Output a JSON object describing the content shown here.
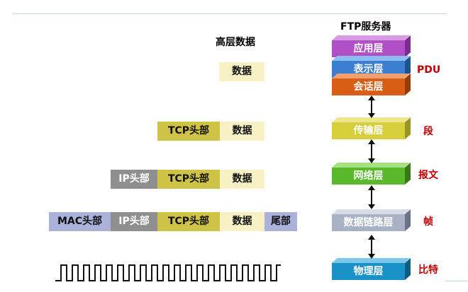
{
  "server_title": "FTP服务器",
  "upper_data_label": "高层数据",
  "rows": {
    "app": {
      "data": "数据"
    },
    "transport": {
      "tcp": "TCP头部",
      "data": "数据"
    },
    "network": {
      "ip": "IP头部",
      "tcp": "TCP头部",
      "data": "数据"
    },
    "link": {
      "mac": "MAC头部",
      "ip": "IP头部",
      "tcp": "TCP头部",
      "data": "数据",
      "tail": "尾部"
    }
  },
  "layers": {
    "application": "应用层",
    "presentation": "表示层",
    "session": "会话层",
    "transport": "传输层",
    "network": "网络层",
    "datalink": "数据链路层",
    "physical": "物理层"
  },
  "pdu": {
    "upper": "PDU",
    "transport": "段",
    "network": "报文",
    "link": "帧",
    "physical": "比特"
  },
  "colors": {
    "application": "#b14fc7",
    "presentation": "#3a7fd0",
    "session": "#d85e15",
    "transport": "#d6ce3a",
    "network": "#59b82b",
    "datalink": "#a9b1c4",
    "physical": "#1a92c8",
    "pdu_text": "#c00000"
  }
}
